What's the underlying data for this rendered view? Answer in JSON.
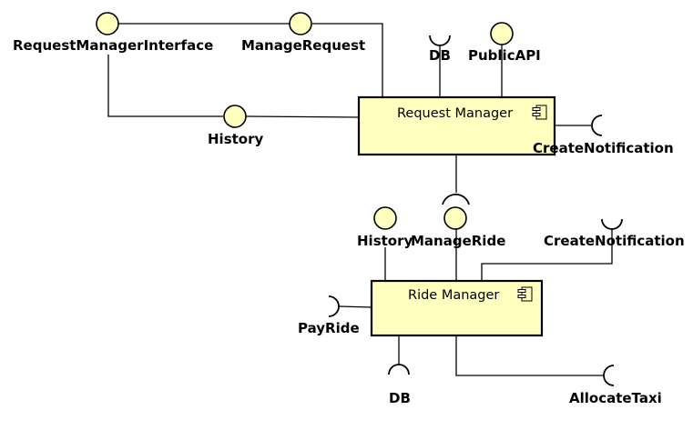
{
  "components": {
    "request_manager": "Request Manager",
    "ride_manager": "Ride Manager"
  },
  "interfaces": {
    "request_manager_interface": "RequestManagerInterface",
    "manage_request": "ManageRequest",
    "history_top": "History",
    "db_top": "DB",
    "public_api": "PublicAPI",
    "create_notification_top": "CreateNotification",
    "history_ride": "History",
    "manage_ride": "ManageRide",
    "create_notification_ride": "CreateNotification",
    "pay_ride": "PayRide",
    "db_bottom": "DB",
    "allocate_taxi": "AllocateTaxi"
  },
  "colors": {
    "fill": "#ffffc0",
    "stroke": "#000000"
  }
}
